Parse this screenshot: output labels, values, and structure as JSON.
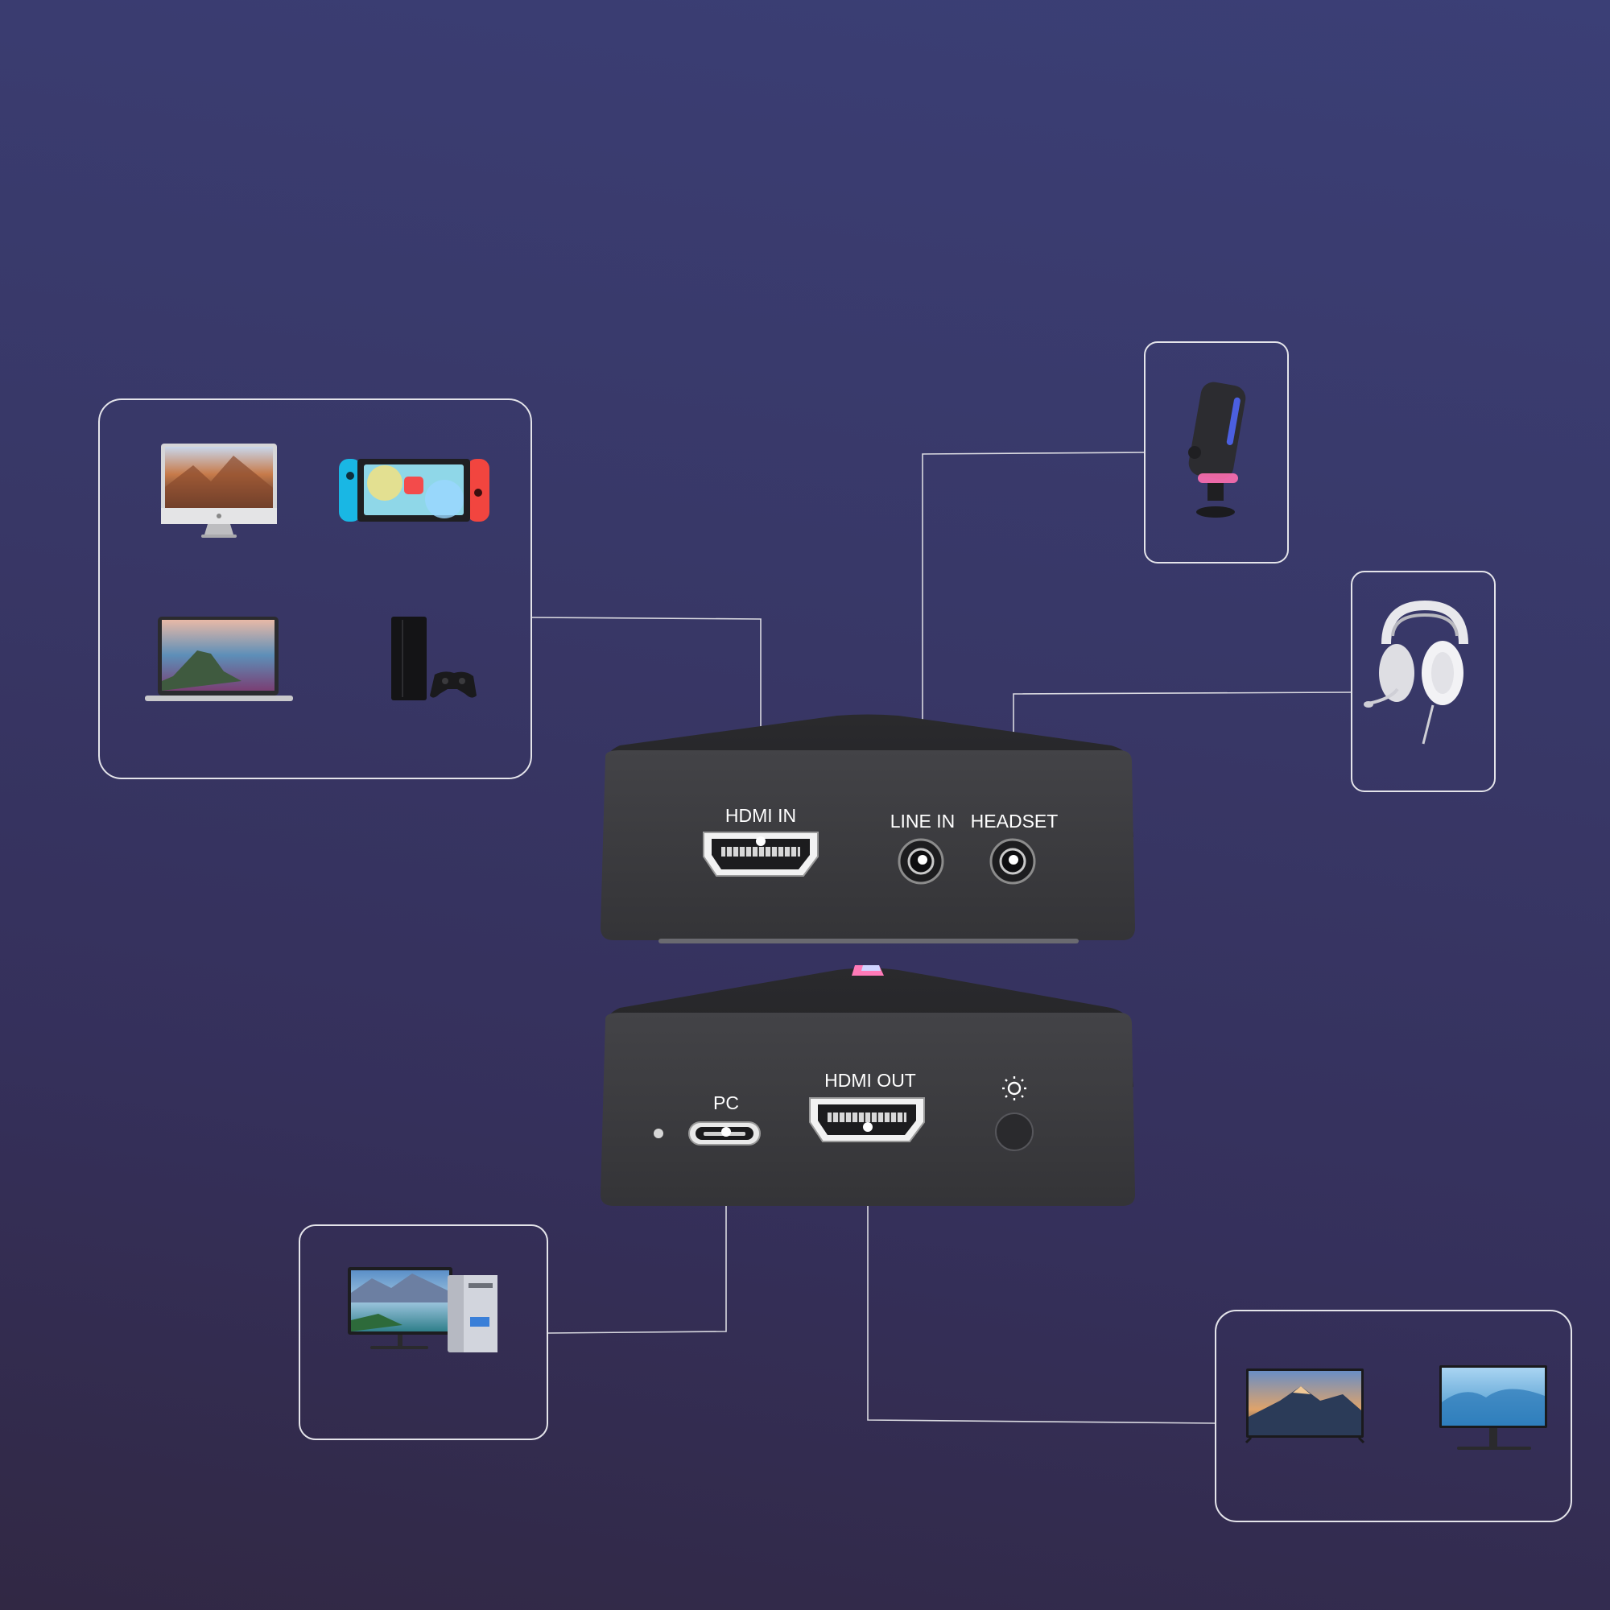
{
  "colors": {
    "background_top": "#3b3f76",
    "background_bottom": "#312844",
    "device_body": "#3b3b3f",
    "device_top": "#29292c",
    "line_color": "#d9d9e0",
    "accent_pink": "#ff7ab8"
  },
  "top_device": {
    "ports": [
      {
        "label": "HDMI IN",
        "type": "hdmi",
        "icon": "hdmi-port-icon"
      },
      {
        "label": "LINE IN",
        "type": "audio-jack",
        "icon": "audio-jack-icon"
      },
      {
        "label": "HEADSET",
        "type": "audio-jack",
        "icon": "audio-jack-icon"
      }
    ]
  },
  "bottom_device": {
    "ports": [
      {
        "label": "PC",
        "type": "usb-c",
        "icon": "usb-c-port-icon"
      },
      {
        "label": "HDMI OUT",
        "type": "hdmi",
        "icon": "hdmi-port-icon"
      },
      {
        "label": "",
        "type": "light-button",
        "icon": "brightness-icon"
      }
    ],
    "indicator_icon": "status-led-icon"
  },
  "source_devices": [
    {
      "name": "imac",
      "icon": "imac-icon"
    },
    {
      "name": "nintendo-switch",
      "icon": "game-console-handheld-icon"
    },
    {
      "name": "laptop",
      "icon": "laptop-icon"
    },
    {
      "name": "playstation",
      "icon": "game-console-icon"
    }
  ],
  "microphone": {
    "icon": "microphone-icon"
  },
  "headset": {
    "icon": "headphones-icon"
  },
  "pc": {
    "icon": "desktop-pc-icon"
  },
  "displays": [
    {
      "name": "tv",
      "icon": "tv-icon"
    },
    {
      "name": "monitor",
      "icon": "monitor-icon"
    }
  ]
}
